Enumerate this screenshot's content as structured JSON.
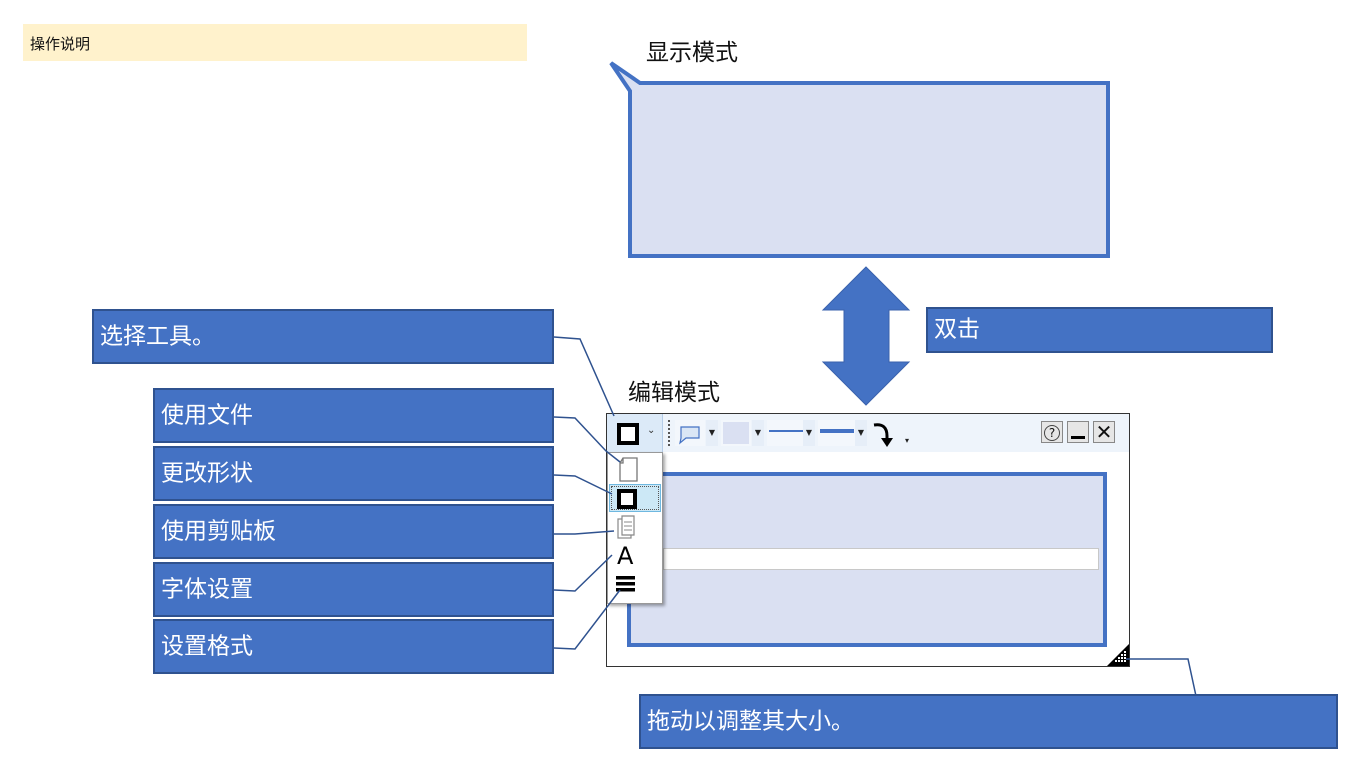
{
  "header": {
    "title": "操作说明"
  },
  "display_mode": {
    "label": "显示模式"
  },
  "edit_mode": {
    "label": "编辑模式"
  },
  "double_click": {
    "label": "双击"
  },
  "callouts": {
    "select_tool": "选择工具。",
    "use_file": "使用文件",
    "change_shape": "更改形状",
    "use_clipboard": "使用剪贴板",
    "font_settings": "字体设置",
    "set_format": "设置格式",
    "resize": "拖动以调整其大小。"
  },
  "editor": {
    "toolbar": {
      "tool_selector_icon": "square-outline-icon",
      "tools": [
        {
          "name": "callout-shape",
          "icon": "speech-bubble-icon"
        },
        {
          "name": "fill-color",
          "icon": "fill-swatch-icon"
        },
        {
          "name": "line-color",
          "icon": "line-color-icon"
        },
        {
          "name": "line-weight",
          "icon": "line-weight-icon"
        },
        {
          "name": "arrow",
          "icon": "curved-arrow-icon"
        }
      ],
      "window_buttons": {
        "help": "?",
        "minimize": "_",
        "close": "✕"
      }
    },
    "menu": [
      {
        "label": "file",
        "icon": "document-icon"
      },
      {
        "label": "shape",
        "icon": "square-outline-icon",
        "selected": true
      },
      {
        "label": "clipboard",
        "icon": "clipboard-icon"
      },
      {
        "label": "font",
        "icon": "font-icon",
        "glyph": "A"
      },
      {
        "label": "format",
        "icon": "format-lines-icon"
      }
    ]
  },
  "colors": {
    "accent": "#4472c4",
    "accent_border": "#2f528f",
    "shape_fill": "#dae0f2",
    "header_bg": "#fff2cc"
  }
}
